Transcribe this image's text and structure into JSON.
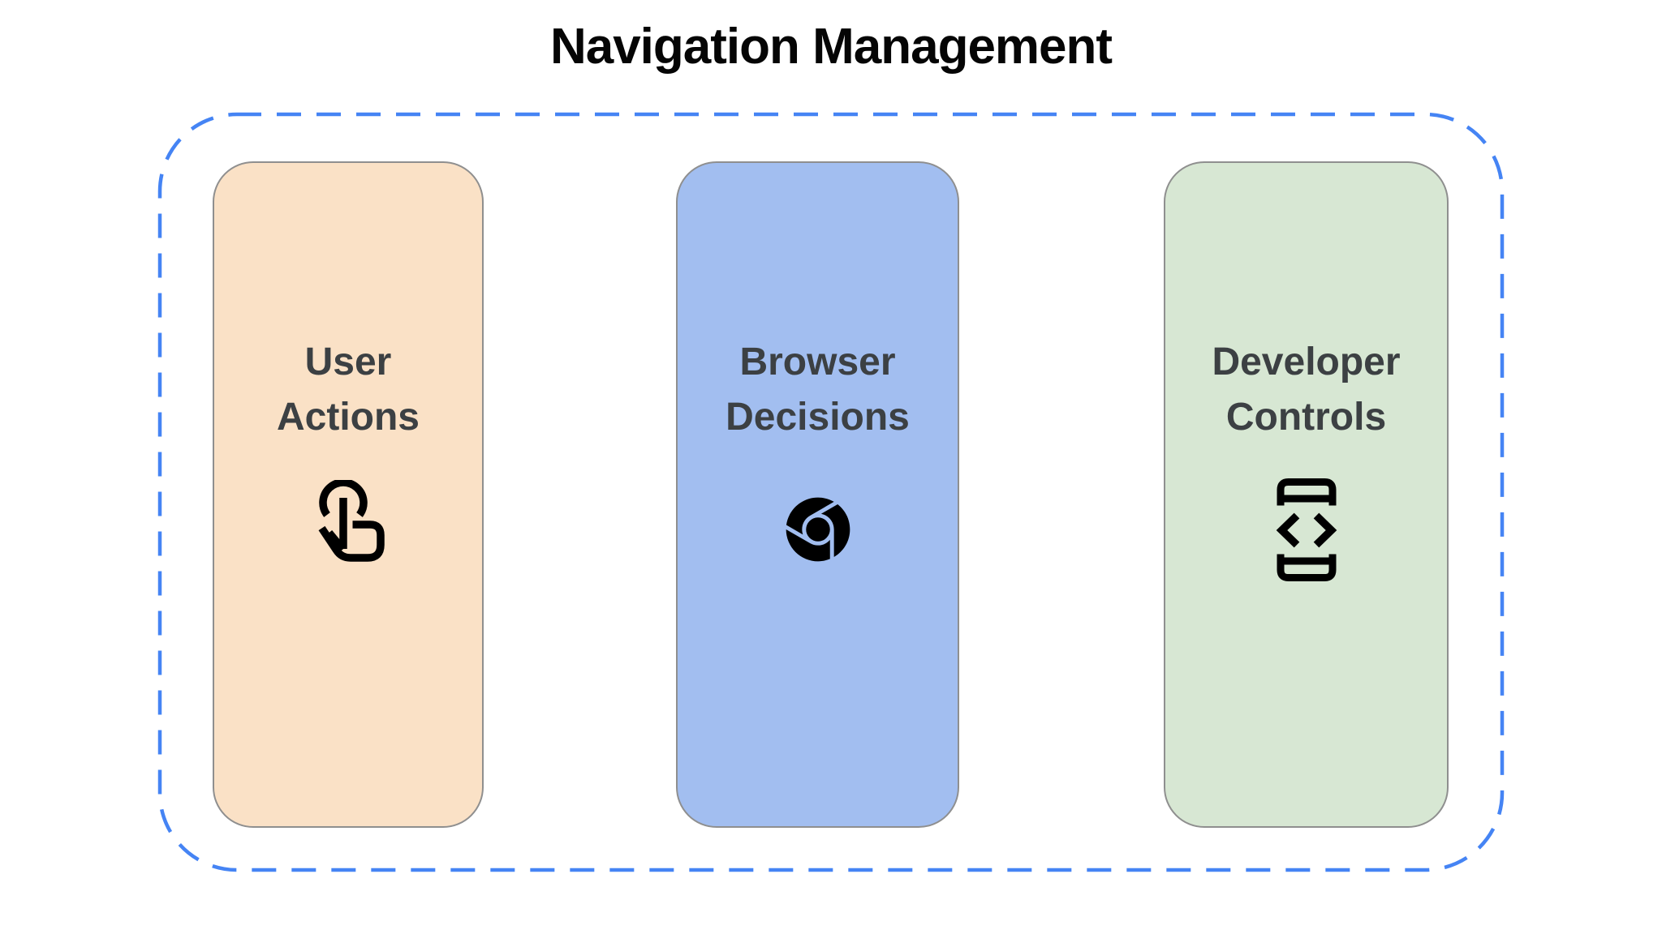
{
  "title": "Navigation Management",
  "frame": {
    "border_color": "#4584F4"
  },
  "cards": [
    {
      "label": "User Actions",
      "icon": "touch-gesture-icon",
      "bg_color": "#FAE1C6"
    },
    {
      "label": "Browser Decisions",
      "icon": "chrome-browser-icon",
      "bg_color": "#A2BEF0"
    },
    {
      "label": "Developer Controls",
      "icon": "developer-mode-icon",
      "bg_color": "#D7E7D3"
    }
  ],
  "colors": {
    "title_text": "#050505",
    "label_text": "#3C4043",
    "icon": "#000000",
    "card_border": "#8F8F8F"
  }
}
